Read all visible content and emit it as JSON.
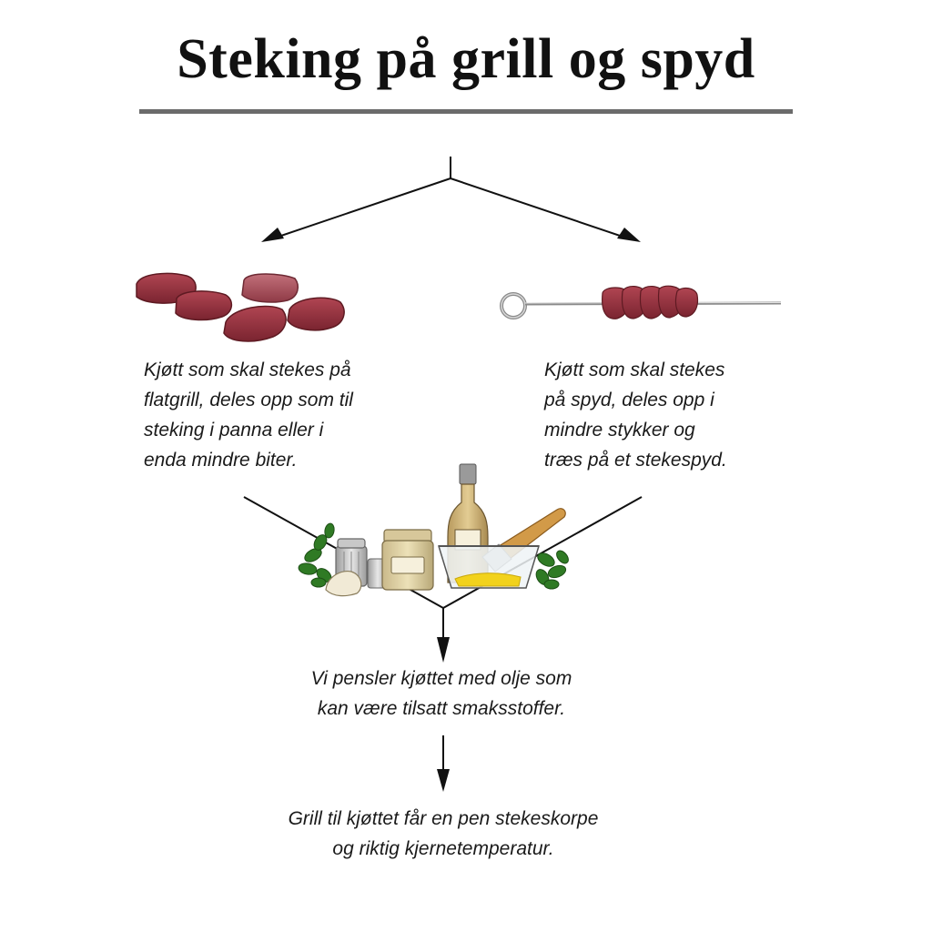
{
  "title": "Steking på grill og spyd",
  "left_description": [
    "Kjøtt som skal stekes på",
    "flatgrill, deles opp som til",
    "steking i panna eller i",
    "enda mindre biter."
  ],
  "right_description": [
    "Kjøtt som skal stekes",
    "på spyd, deles opp i",
    "mindre stykker og",
    "træs på et stekespyd."
  ],
  "oil_step": [
    "Vi pensler kjøttet med olje som",
    "kan være tilsatt smaksstoffer."
  ],
  "grill_step": [
    "Grill til kjøttet får en pen stekeskorpe",
    "og riktig kjernetemperatur."
  ],
  "colors": {
    "meat": "#8f2f3a",
    "meat_dark": "#5e1a22",
    "rule": "#6b6b6b",
    "herb": "#2f7a24",
    "oil": "#f2d21c"
  },
  "icons": [
    "meat-pieces-icon",
    "skewer-icon",
    "seasoning-ingredients-icon"
  ]
}
